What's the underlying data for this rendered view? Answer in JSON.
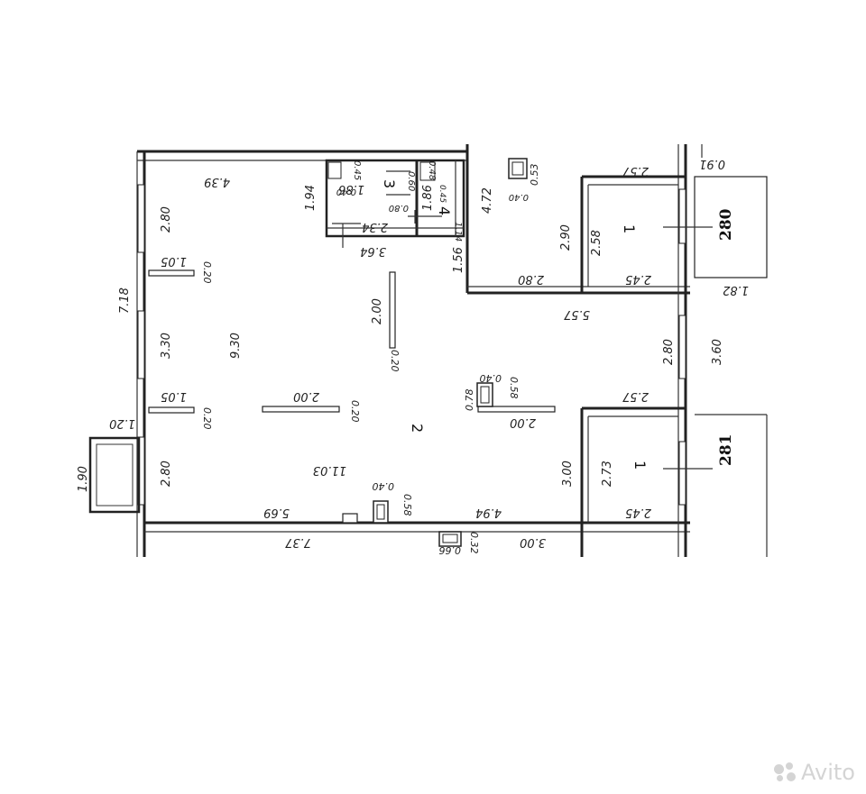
{
  "rooms": {
    "r1_top": "1",
    "r1_bottom": "1",
    "r2": "2",
    "r3": "3",
    "r4": "4"
  },
  "apartments": {
    "a280": "280",
    "a281": "281"
  },
  "dimensions": {
    "top_439": "4.39",
    "d194": "1.94",
    "d186a": "1.86",
    "d186b": "1.86",
    "d045a": "0.45",
    "d040a": "0.40",
    "d060": "0.60",
    "d080": "0.80",
    "d048": "0.48",
    "d045b": "0.45",
    "d234": "2.34",
    "d114": "1.14",
    "d472": "4.72",
    "d040b": "0.40",
    "d053": "0.53",
    "d257a": "2.57",
    "d091": "0.91",
    "d290": "2.90",
    "d258": "2.58",
    "d364": "3.64",
    "d280a": "2.80",
    "d105a": "1.05",
    "d020a": "0.20",
    "d156": "1.56",
    "d280b": "2.80",
    "d245a": "2.45",
    "d182": "1.82",
    "d718": "7.18",
    "d200a": "2.00",
    "d557": "5.57",
    "d330": "3.30",
    "d930": "9.30",
    "d020b": "0.20",
    "d280c": "2.80",
    "d360": "3.60",
    "d040c": "0.40",
    "d078": "0.78",
    "d058a": "0.58",
    "d105b": "1.05",
    "d200b": "2.00",
    "d020c": "0.20",
    "d257b": "2.57",
    "d020d": "0.20",
    "d200c": "2.00",
    "d120": "1.20",
    "d190": "1.90",
    "d280d": "2.80",
    "d1103": "11.03",
    "d300a": "3.00",
    "d273": "2.73",
    "d040d": "0.40",
    "d058b": "0.58",
    "d569": "5.69",
    "d494": "4.94",
    "d245b": "2.45",
    "d737": "7.37",
    "d066": "0.66",
    "d032": "0.32",
    "d300b": "3.00"
  },
  "watermark": {
    "text": "Avito"
  }
}
